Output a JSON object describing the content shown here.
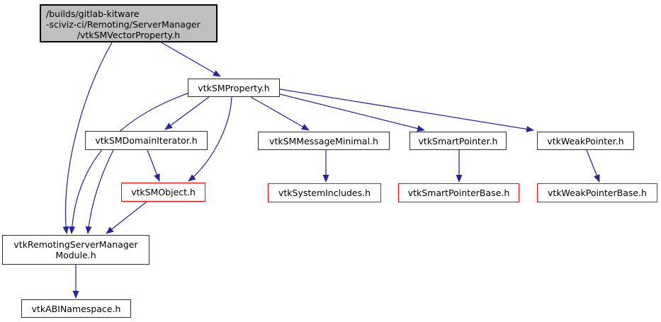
{
  "graph": {
    "type": "include-dependency-graph",
    "colors": {
      "edge_color": "#26269c",
      "node_border": "#2f2f2f",
      "truncated_border": "#ff0000",
      "current_fill": "#bfbfbf",
      "current_border": "#000000",
      "background": "#ffffff",
      "text": "#000000"
    },
    "nodes": {
      "current": {
        "lines": [
          "/builds/gitlab-kitware",
          "-sciviz-ci/Remoting/ServerManager",
          "/vtkSMVectorProperty.h"
        ],
        "label": "/builds/gitlab-kitware-sciviz-ci/Remoting/ServerManager/vtkSMVectorProperty.h"
      },
      "vtksmproperty": {
        "label": "vtkSMProperty.h"
      },
      "vtksmdomainiterator": {
        "label": "vtkSMDomainIterator.h"
      },
      "vtksmmessageminimal": {
        "label": "vtkSMMessageMinimal.h"
      },
      "vtksmartpointer": {
        "label": "vtkSmartPointer.h"
      },
      "vtkweakpointer": {
        "label": "vtkWeakPointer.h"
      },
      "vtksmobject": {
        "label": "vtkSMObject.h"
      },
      "vtksystemincludes": {
        "label": "vtkSystemIncludes.h"
      },
      "vtksmartpointerbase": {
        "label": "vtkSmartPointerBase.h"
      },
      "vtkweakpointerbase": {
        "label": "vtkWeakPointerBase.h"
      },
      "module": {
        "lines": [
          "vtkRemotingServerManager",
          "Module.h"
        ],
        "label": "vtkRemotingServerManagerModule.h"
      },
      "vtkabinamespace": {
        "label": "vtkABINamespace.h"
      }
    },
    "edges": [
      {
        "from": "vtkSMVectorProperty.h",
        "to": "vtkSMProperty.h"
      },
      {
        "from": "vtkSMVectorProperty.h",
        "to": "vtkRemotingServerManagerModule.h"
      },
      {
        "from": "vtkSMProperty.h",
        "to": "vtkSMDomainIterator.h"
      },
      {
        "from": "vtkSMProperty.h",
        "to": "vtkSMObject.h"
      },
      {
        "from": "vtkSMProperty.h",
        "to": "vtkRemotingServerManagerModule.h"
      },
      {
        "from": "vtkSMProperty.h",
        "to": "vtkSMMessageMinimal.h"
      },
      {
        "from": "vtkSMProperty.h",
        "to": "vtkSmartPointer.h"
      },
      {
        "from": "vtkSMProperty.h",
        "to": "vtkWeakPointer.h"
      },
      {
        "from": "vtkSMDomainIterator.h",
        "to": "vtkSMObject.h"
      },
      {
        "from": "vtkSMDomainIterator.h",
        "to": "vtkRemotingServerManagerModule.h"
      },
      {
        "from": "vtkSMObject.h",
        "to": "vtkRemotingServerManagerModule.h"
      },
      {
        "from": "vtkSMMessageMinimal.h",
        "to": "vtkSystemIncludes.h"
      },
      {
        "from": "vtkSmartPointer.h",
        "to": "vtkSmartPointerBase.h"
      },
      {
        "from": "vtkWeakPointer.h",
        "to": "vtkWeakPointerBase.h"
      },
      {
        "from": "vtkRemotingServerManagerModule.h",
        "to": "vtkABINamespace.h"
      }
    ]
  }
}
